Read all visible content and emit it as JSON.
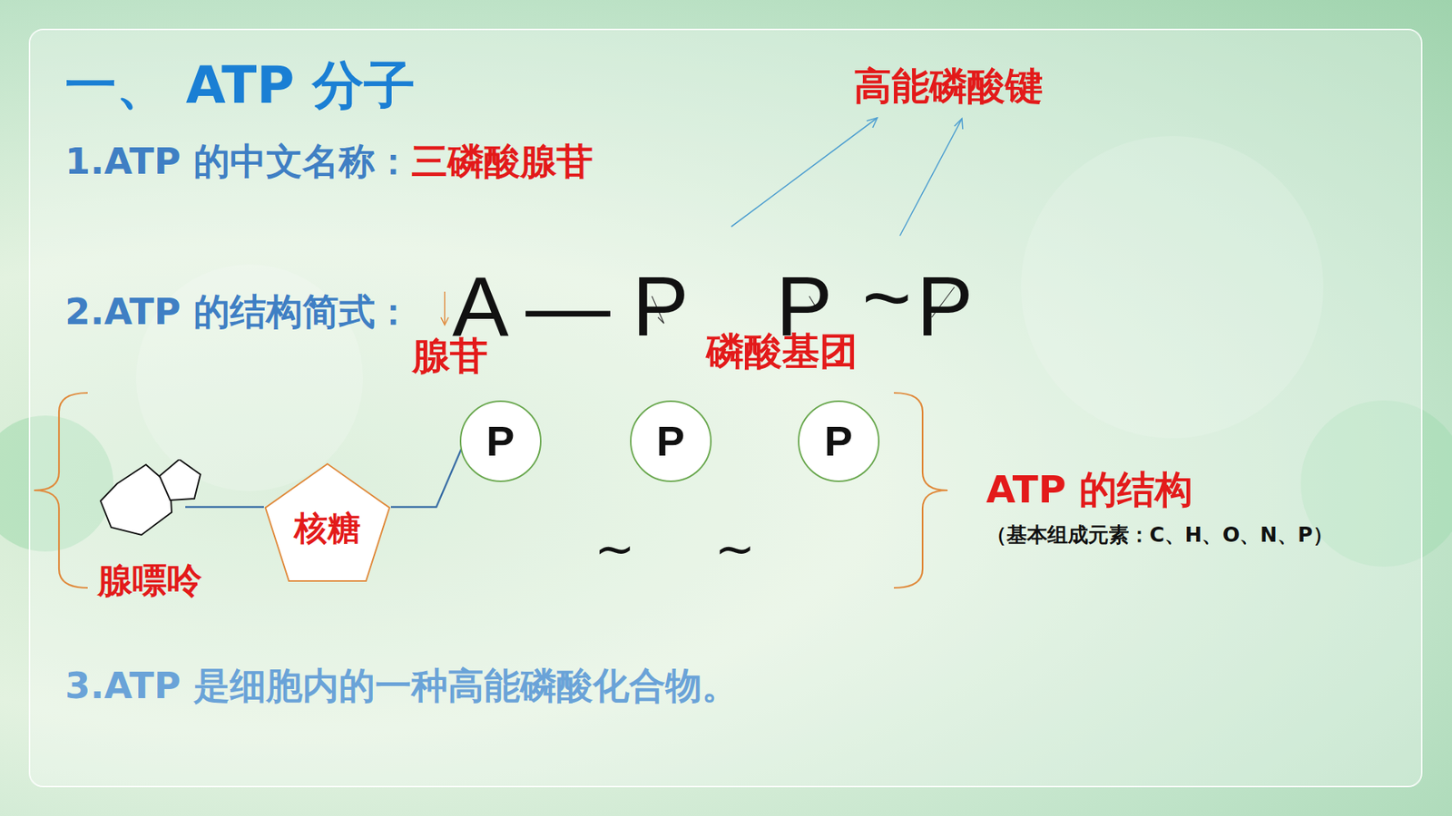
{
  "diagram": {
    "title": "一、 ATP 分子",
    "nodes": [
      {
        "text": [
          "腺嘌呤"
        ]
      },
      {
        "text": [
          "核糖"
        ]
      },
      {
        "text": [
          "P"
        ]
      },
      {
        "text": [
          "P"
        ]
      },
      {
        "text": [
          "P"
        ]
      }
    ],
    "edges": [
      {
        "from": 0,
        "to": 1,
        "arrow": "none"
      },
      {
        "from": 1,
        "to": 2,
        "arrow": "none"
      }
    ],
    "labels": [
      "1.ATP 的中文名称：",
      "三磷酸腺苷",
      "高能磷酸键",
      "2.ATP 的结构简式：",
      "A",
      "—",
      "P",
      "P",
      "~",
      "P",
      "腺苷",
      "磷酸基团",
      "~",
      "~",
      "ATP 的结构",
      "（基本组成元素：C、H、O、N、P）",
      "3.ATP 是细胞内的一种高能磷酸化合物。"
    ]
  }
}
